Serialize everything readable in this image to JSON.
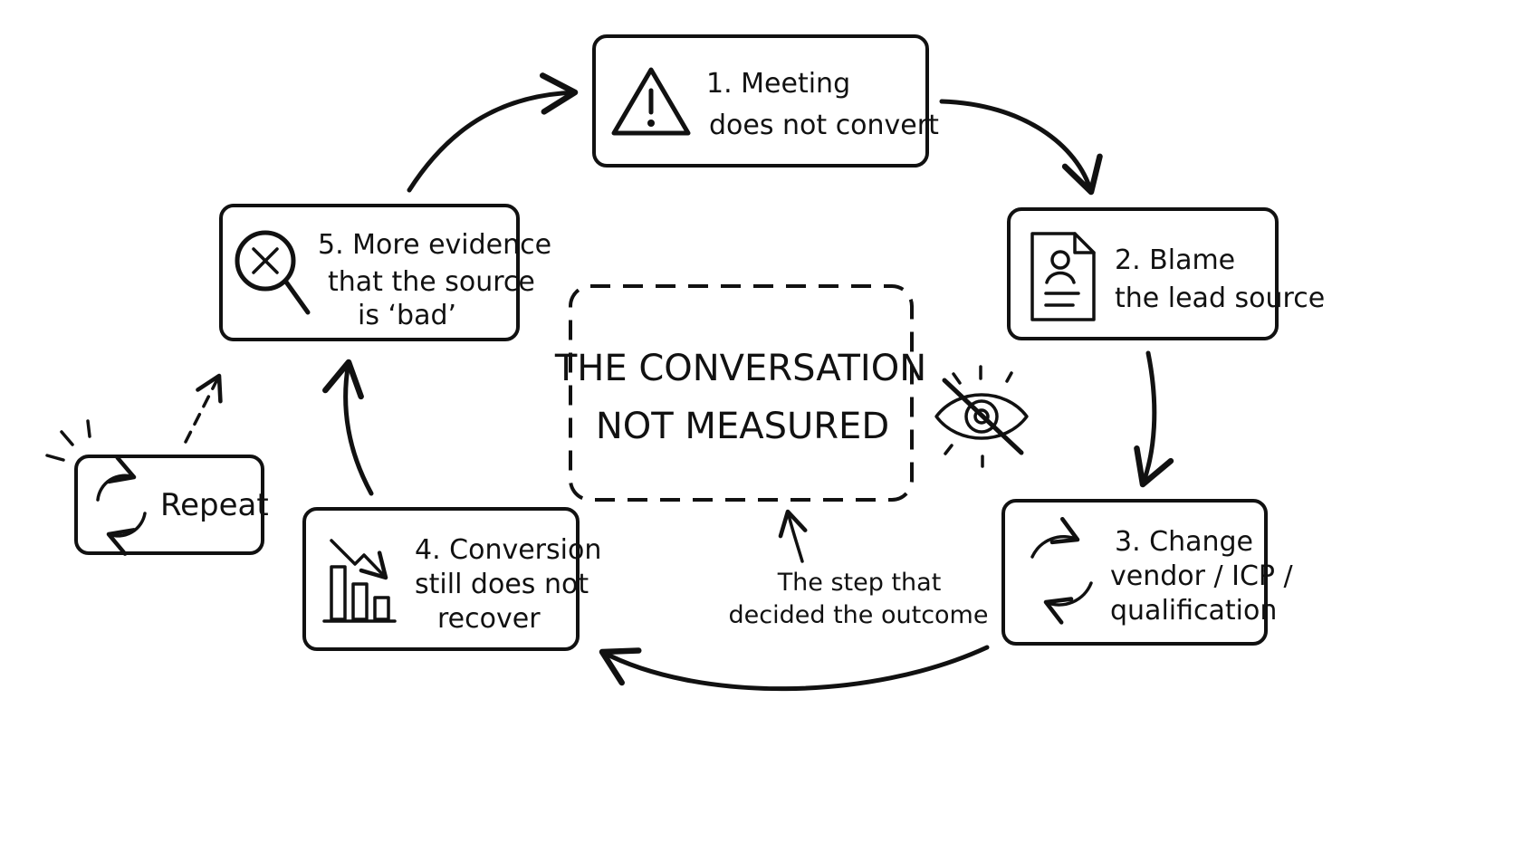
{
  "diagram": {
    "steps": [
      {
        "lines": [
          "1.  Meeting",
          "does not convert"
        ],
        "icon": "warning-icon"
      },
      {
        "lines": [
          "2. Blame",
          "the lead source"
        ],
        "icon": "document-profile-icon"
      },
      {
        "lines": [
          "3. Change",
          "vendor / ICP /",
          "qualification"
        ],
        "icon": "cycle-arrows-icon"
      },
      {
        "lines": [
          "4. Conversion",
          "still does not",
          "recover"
        ],
        "icon": "declining-chart-icon"
      },
      {
        "lines": [
          "5. More evidence",
          "that the source",
          "is ‘bad’"
        ],
        "icon": "search-x-icon"
      }
    ],
    "repeat": {
      "label": "Repeat",
      "icon": "refresh-icon"
    },
    "center": {
      "lines": [
        "THE CONVERSATION",
        "NOT MEASURED"
      ],
      "icon": "eye-slash-icon"
    },
    "annotation": {
      "lines": [
        "The step that",
        "decided the outcome"
      ]
    }
  }
}
